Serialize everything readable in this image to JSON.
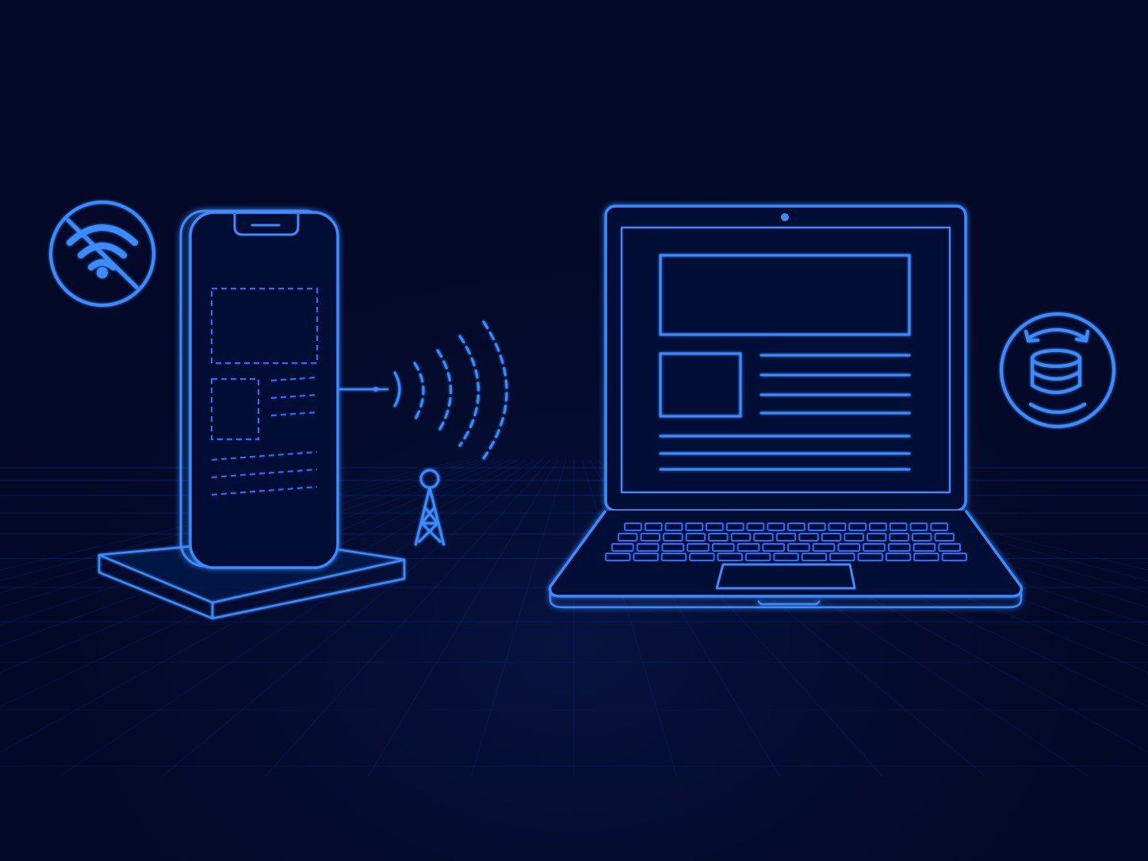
{
  "colors": {
    "background": "#030927",
    "line": "#1e74ff",
    "line_bright": "#3d8cff",
    "grid": "#123a9a"
  },
  "diagram": {
    "elements": [
      {
        "id": "no-wifi-badge",
        "icon": "wifi-off-icon"
      },
      {
        "id": "smartphone",
        "icon": "smartphone-icon",
        "screen": "dashed-wireframe"
      },
      {
        "id": "phone-stand",
        "icon": "pedestal"
      },
      {
        "id": "signal-waves",
        "icon": "wireless-signal-icon",
        "style": "dashed"
      },
      {
        "id": "cell-tower",
        "icon": "radio-tower-icon"
      },
      {
        "id": "laptop",
        "icon": "laptop-icon",
        "screen": "solid-wireframe"
      },
      {
        "id": "database-sync-badge",
        "icon": "database-sync-icon"
      }
    ],
    "connections": [
      {
        "from": "smartphone",
        "to": "signal-waves",
        "style": "solid"
      },
      {
        "from": "laptop",
        "to": "database-sync-badge",
        "style": "dashed"
      }
    ],
    "floor_grid": "perspective"
  }
}
